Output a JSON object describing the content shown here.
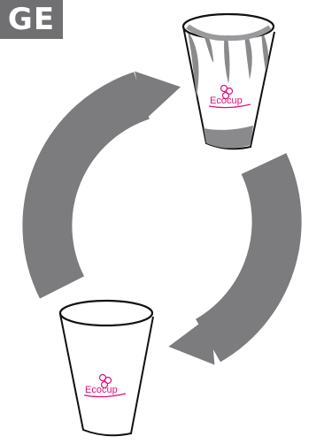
{
  "header": {
    "text": "GE"
  },
  "cups": [
    {
      "brand": "Ecocup",
      "state": "dirty"
    },
    {
      "brand": "Ecocup",
      "state": "clean"
    }
  ],
  "icons": [
    "cycle-arrow-icon",
    "cycle-arrow-icon"
  ],
  "colors": {
    "arrow": "#7c7c7f",
    "brand": "#e0107a",
    "title_bg": "#707073"
  }
}
